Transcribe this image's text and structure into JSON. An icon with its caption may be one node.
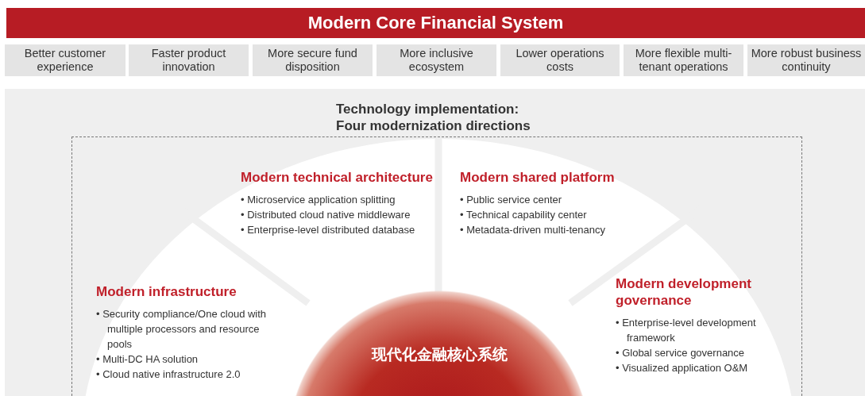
{
  "diagram": {
    "title": "Modern Core Financial System",
    "nodes": [
      {
        "text": [
          "Better customer experience"
        ]
      },
      {
        "text": [
          "Faster product innovation"
        ]
      },
      {
        "text": [
          "More secure fund disposition"
        ]
      },
      {
        "text": [
          "More inclusive ecosystem"
        ]
      },
      {
        "text": [
          "Lower operations costs"
        ]
      },
      {
        "text": [
          "More flexible multi-tenant operations"
        ]
      },
      {
        "text": [
          "More robust business continuity"
        ]
      },
      {
        "text": [
          "Technology implementation: Four modernization directions"
        ]
      },
      {
        "text": [
          "Modern technical architecture",
          "• Microservice application splitting",
          "• Distributed cloud native middleware",
          "• Enterprise-level distributed database"
        ],
        "in": 7
      },
      {
        "text": [
          "Modern shared platform",
          "• Public service center",
          "• Technical capability center",
          "• Metadata-driven multi-tenancy"
        ],
        "in": 7
      },
      {
        "text": [
          "Modern infrastructure",
          "• Security compliance/One cloud with multiple processors and resource pools",
          "• Multi-DC HA solution",
          "• Cloud native infrastructure 2.0"
        ],
        "in": 7
      },
      {
        "text": [
          "Modern development governance",
          "• Enterprise-level development framework",
          "• Global service governance",
          "• Visualized application O&M"
        ],
        "in": 7
      },
      {
        "text": [
          "现代化金融核心系统"
        ],
        "in": 7
      }
    ]
  }
}
